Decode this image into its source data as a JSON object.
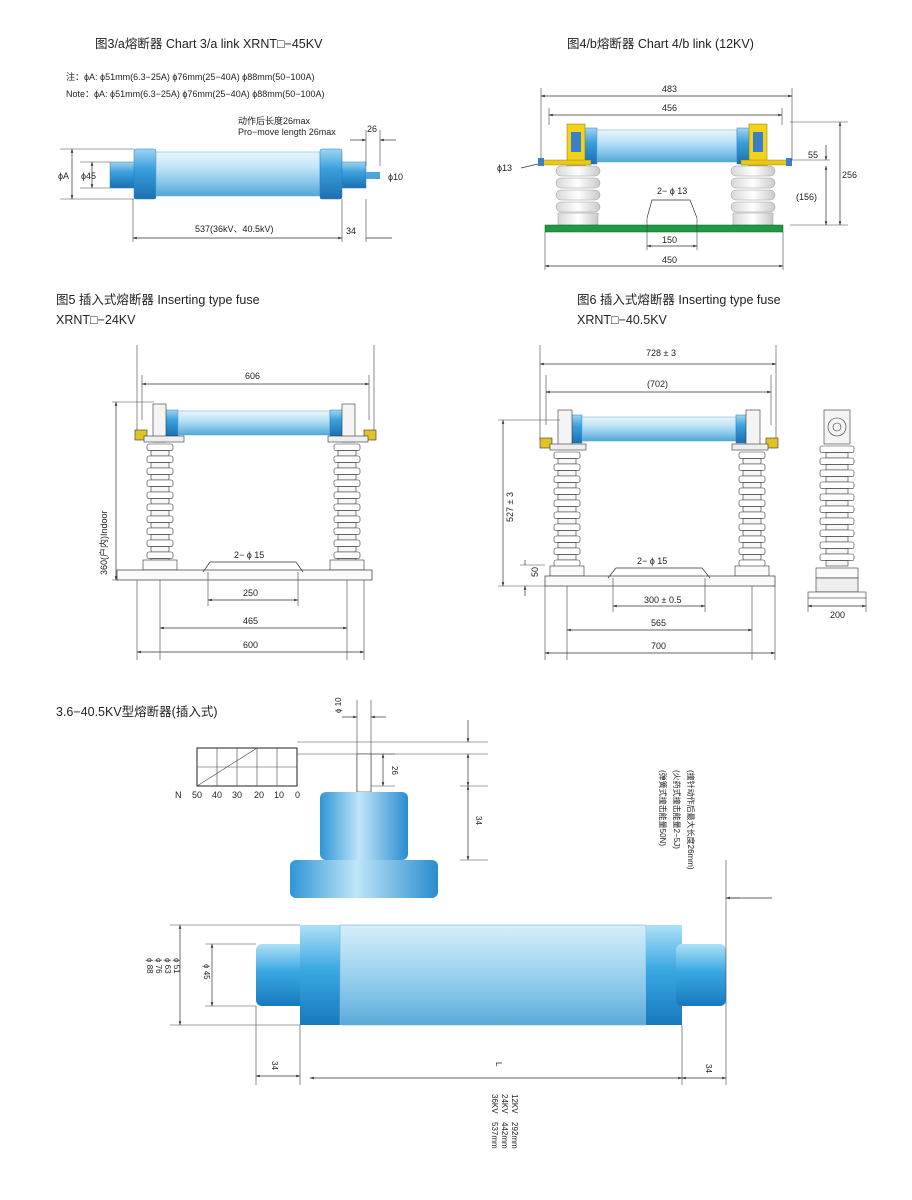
{
  "chart3": {
    "title": "图3/a熔断器 Chart 3/a link XRNT□−45KV",
    "note_cn": "注：ϕA: ϕ51mm(6.3−25A) ϕ76mm(25−40A) ϕ88mm(50−100A)",
    "note_en": "Note：ϕA: ϕ51mm(6.3−25A) ϕ76mm(25−40A) ϕ88mm(50−100A)",
    "move_cn": "动作后长度26max",
    "move_en": "Pro−move length 26max",
    "dim_26": "26",
    "dim_phiA": "ϕA",
    "dim_phi45": "ϕ45",
    "dim_phi10": "ϕ10",
    "dim_length": "537(36kV、40.5kV)",
    "dim_34": "34"
  },
  "chart4": {
    "title": "图4/b熔断器 Chart 4/b link (12KV)",
    "dim_483": "483",
    "dim_456": "456",
    "dim_phi13": "ϕ13",
    "dim_55": "55",
    "dim_256": "256",
    "dim_156": "(156)",
    "dim_holes": "2− ϕ 13",
    "dim_150": "150",
    "dim_450": "450"
  },
  "fig5": {
    "title_line1": "图5 插入式熔断器 Inserting type fuse",
    "title_line2": "XRNT□−24KV",
    "dim_606": "606",
    "dim_height": "360(户内)Indoor",
    "dim_holes": "2− ϕ 15",
    "dim_250": "250",
    "dim_465": "465",
    "dim_600": "600"
  },
  "fig6": {
    "title_line1": "图6 插入式熔断器 Inserting type fuse",
    "title_line2": "XRNT□−40.5KV",
    "dim_728": "728 ± 3",
    "dim_702": "(702)",
    "dim_527": "527 ± 3",
    "dim_50": "50",
    "dim_holes": "2− ϕ 15",
    "dim_300": "300 ± 0.5",
    "dim_565": "565",
    "dim_700": "700",
    "dim_200": "200"
  },
  "section": {
    "title": "3.6−40.5KV型熔断器(插入式)",
    "scale_labels": [
      "N",
      "50",
      "40",
      "30",
      "20",
      "10",
      "0"
    ],
    "dim_phi10": "ϕ 10",
    "dim_26": "26",
    "dim_34": "34",
    "note1": "(撞针动作后最大长度26mm)",
    "note2": "(火药式撞击能量2−5J)",
    "note3": "(弹簧式撞击能量50N)",
    "dia_list": [
      "ϕ 51",
      "ϕ 63",
      "ϕ 76",
      "ϕ 88"
    ],
    "dim_phi45": "ϕ 45",
    "dim_34_left": "34",
    "dim_34_right": "34",
    "dim_L": "L",
    "length_table": [
      {
        "kv": "12KV",
        "len": "292mm"
      },
      {
        "kv": "24KV",
        "len": "442mm"
      },
      {
        "kv": "36KV",
        "len": "537mm"
      }
    ]
  }
}
